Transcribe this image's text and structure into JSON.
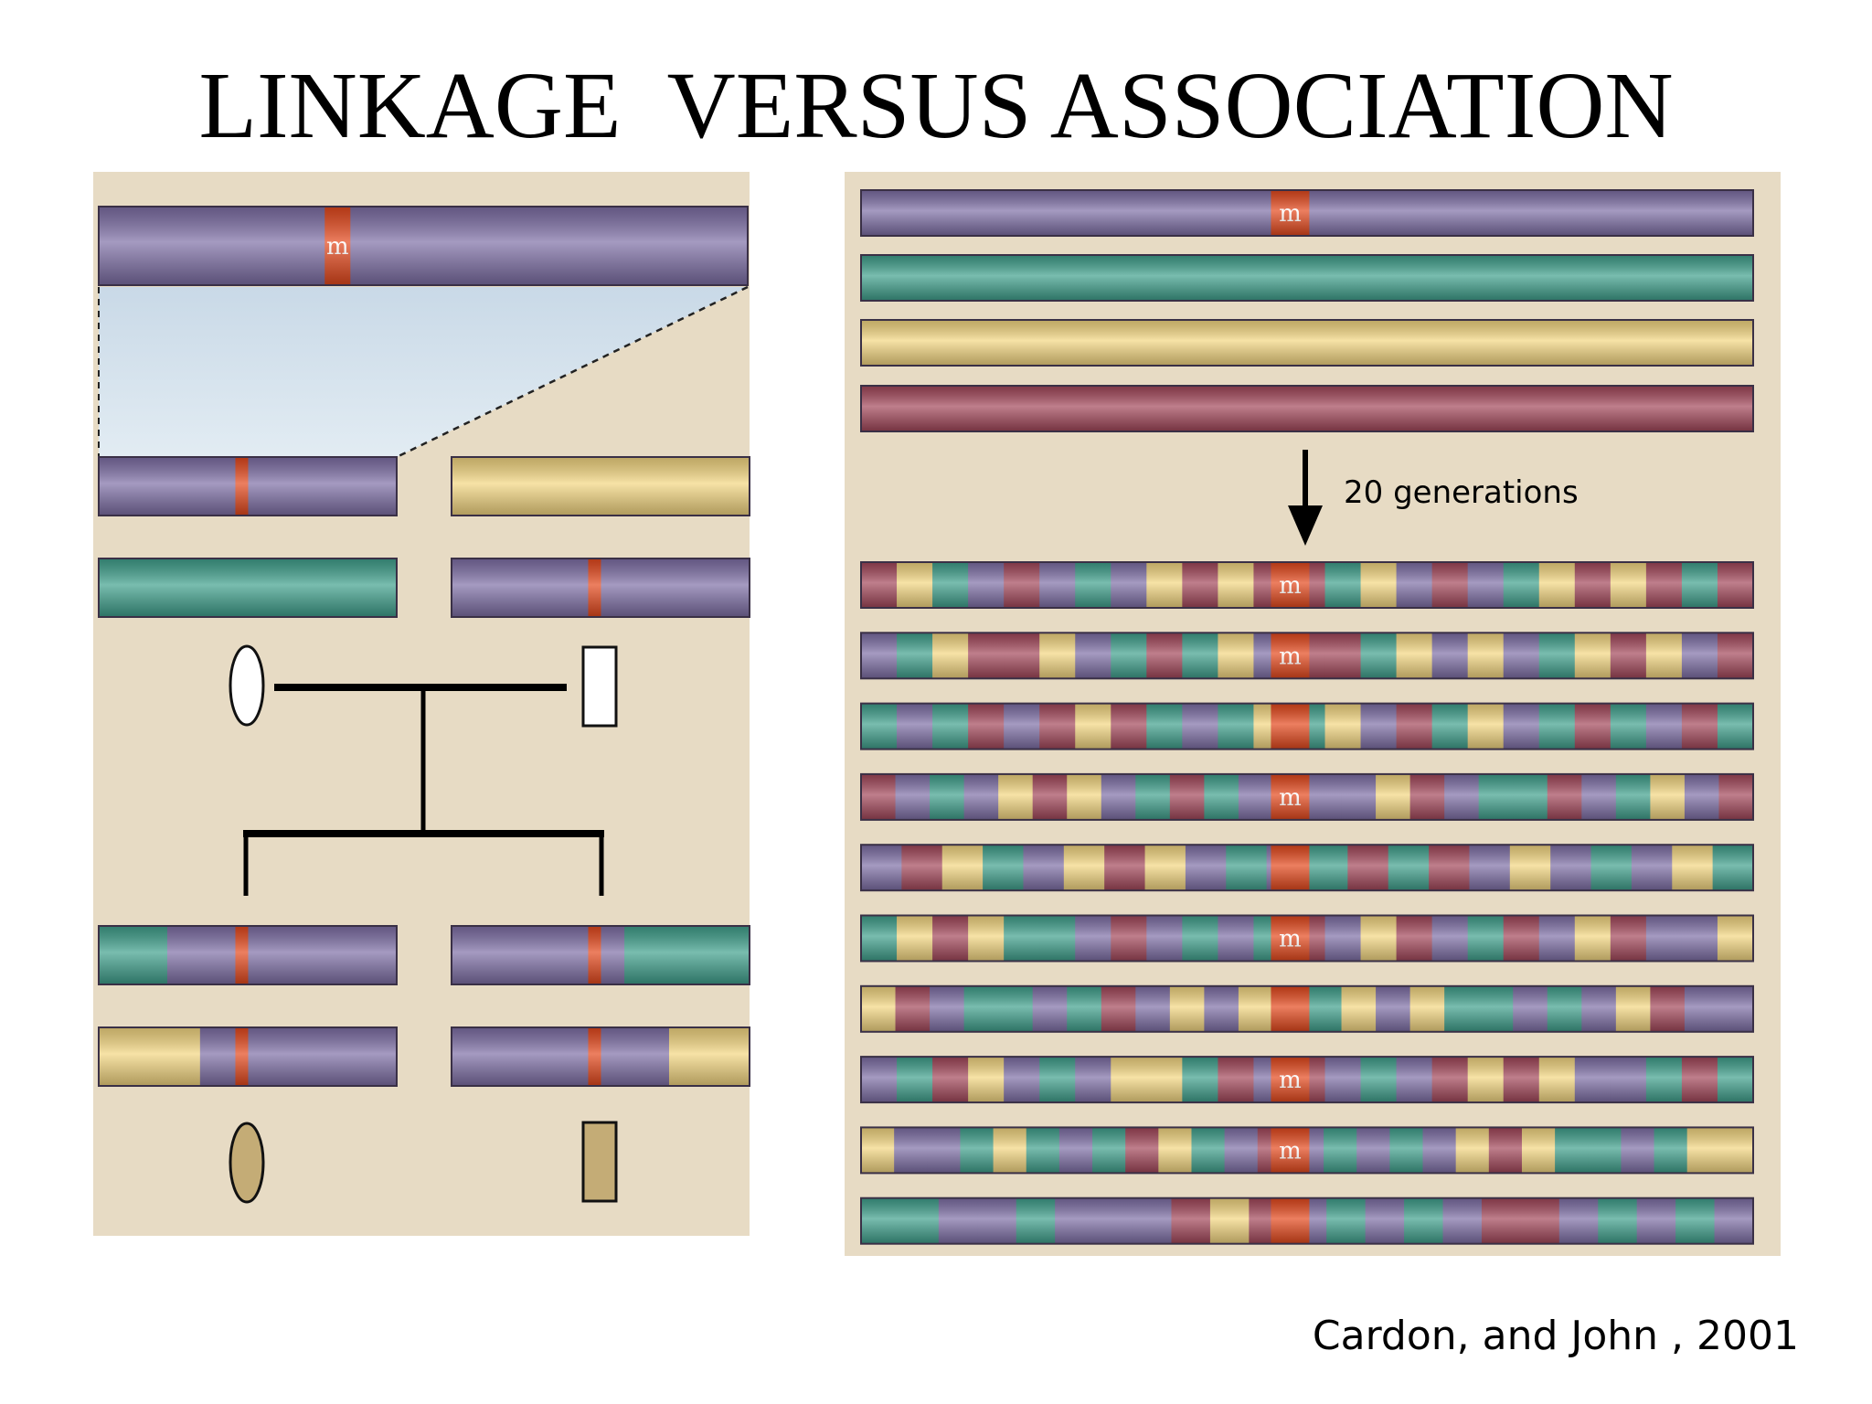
{
  "title": "LINKAGE  VERSUS ASSOCIATION",
  "citation": "Cardon, and John , 2001",
  "marker_label": "m",
  "arrow_label": "20 generations",
  "colors": {
    "panel_bg": "#e7dbc4",
    "purple": "#7e6fa6",
    "teal": "#3fa08c",
    "yellow": "#f3d680",
    "maroon": "#a3475a",
    "marker": "#e4481c",
    "zoom_fill": "#cfdde9",
    "affected": "#c4ac76"
  },
  "linkage": {
    "source_chromosome": "purple",
    "parents": [
      {
        "sex": "female",
        "affected": false,
        "chromosomes": [
          [
            [
              "purple",
              1
            ]
          ],
          [
            [
              "teal",
              1
            ]
          ]
        ]
      },
      {
        "sex": "male",
        "affected": false,
        "chromosomes": [
          [
            [
              "yellow",
              1
            ]
          ],
          [
            [
              "purple",
              1
            ]
          ]
        ]
      }
    ],
    "children": [
      {
        "sex": "female",
        "affected": true,
        "chromosomes": [
          [
            [
              "teal",
              0.23
            ],
            [
              "purple",
              0.77
            ]
          ],
          [
            [
              "yellow",
              0.34
            ],
            [
              "purple",
              0.66
            ]
          ]
        ]
      },
      {
        "sex": "male",
        "affected": true,
        "chromosomes": [
          [
            [
              "purple",
              0.58
            ],
            [
              "teal",
              0.42
            ]
          ],
          [
            [
              "purple",
              0.73
            ],
            [
              "yellow",
              0.27
            ]
          ]
        ]
      }
    ]
  },
  "association": {
    "founders": [
      "purple",
      "teal",
      "yellow",
      "maroon"
    ],
    "descendants": [
      "MYTPMPTPYMYMmTYPMPTYMYMTM",
      "PTYMMYPTMTYPmMTYPYPTYMYPM",
      "TPTMPMYMTPTYTYPMTYPTMTPMT",
      "MPTPYMYPTMTPmPPYMPTTMPTYPM",
      "PMYTPYMYPTPTMTMPYPTPYT",
      "TYMYTTPMPTPTmPYMPTMPYMPPY",
      "YMPTTPTMPYPYTTYPYTTPTPYMPP",
      "PTMYPTPYYTMPmPTPMYMYPPTMT",
      "YPPTYTPTMYTPmPTPTPYMYTTPTYY",
      "TTPPTPPPMYMPTPTPMMPTPTP"
    ],
    "marker_rows_with_m": [
      0,
      1,
      3,
      5,
      7,
      8
    ]
  }
}
